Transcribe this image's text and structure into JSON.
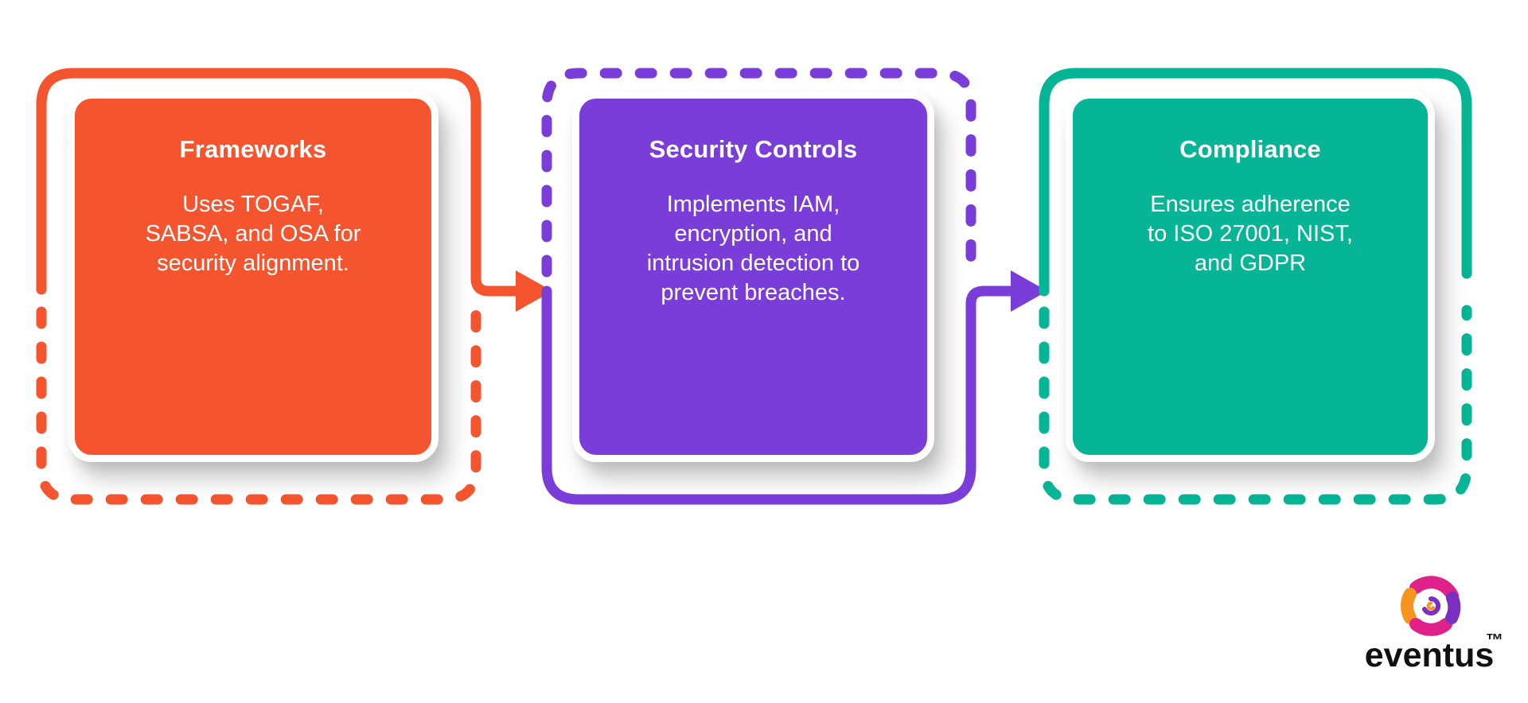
{
  "diagram": {
    "cards": [
      {
        "id": "frameworks",
        "title": "Frameworks",
        "body_lines": [
          "Uses TOGAF,",
          "SABSA, and OSA for",
          "security alignment."
        ],
        "color": "#F4552F"
      },
      {
        "id": "security-controls",
        "title": "Security Controls",
        "body_lines": [
          "Implements IAM,",
          "encryption, and",
          "intrusion detection to",
          "prevent breaches."
        ],
        "color": "#7A3DD9"
      },
      {
        "id": "compliance",
        "title": "Compliance",
        "body_lines": [
          "Ensures adherence",
          "to ISO 27001, NIST,",
          "and GDPR"
        ],
        "color": "#06B496"
      }
    ],
    "arrows": [
      {
        "from": "frameworks",
        "to": "security-controls",
        "color": "#F4552F"
      },
      {
        "from": "security-controls",
        "to": "compliance",
        "color": "#7A3DD9"
      }
    ]
  },
  "branding": {
    "logo_text": "eventus",
    "trademark": "™",
    "logo_colors": {
      "magenta": "#E0218A",
      "purple": "#7B2FC0",
      "orange": "#F7941E",
      "text": "#111111"
    }
  }
}
